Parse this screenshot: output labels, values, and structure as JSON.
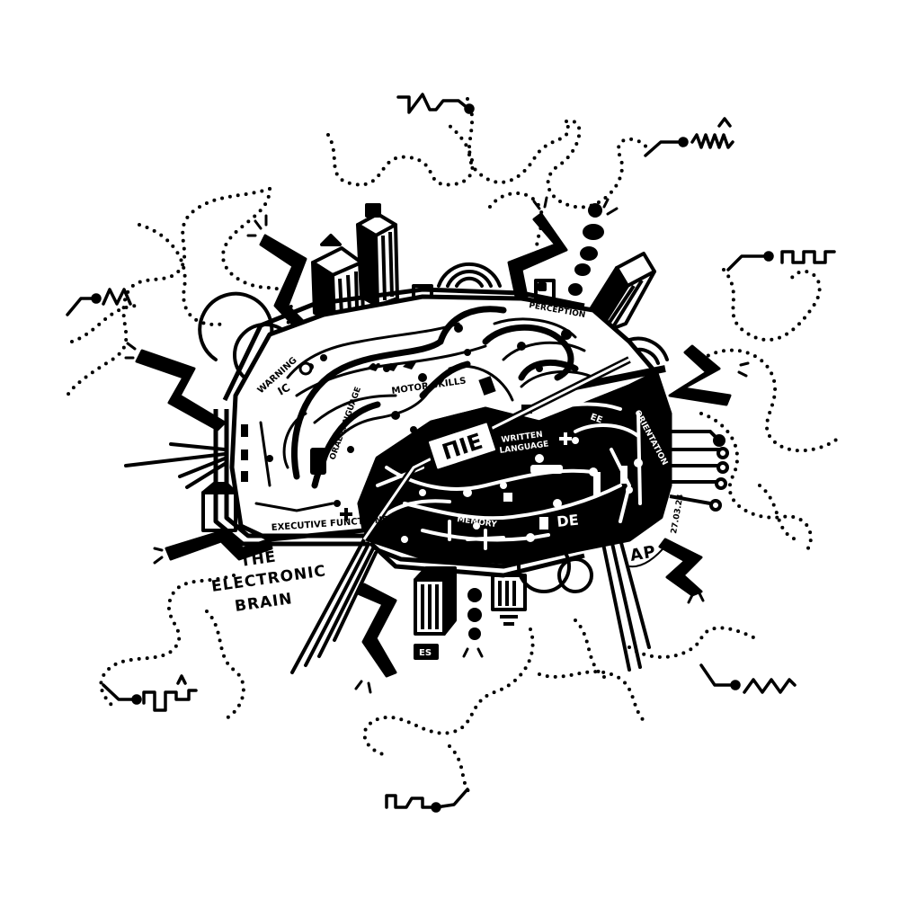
{
  "title": {
    "line1": "THE",
    "line2": "ELECTRONIC",
    "line3": "BRAIN"
  },
  "regions": {
    "warning": "WARNING",
    "motor_skills": "MOTOR SKILLS",
    "perception": "PERCEPTION",
    "oral_language": "ORAL LANGUAGE",
    "written_language_1": "WRITTEN",
    "written_language_2": "LANGUAGE",
    "executive_functions": "EXECUTIVE FUNCTIONS",
    "memory": "MEMORY",
    "orientation": "ORIENTATION"
  },
  "marks": {
    "building_sign": "ΠΙΕ",
    "de": "DE",
    "ee": "EE",
    "ic": "IC",
    "small_sign": "ES"
  },
  "signature": {
    "initials": "AP",
    "date": "27.03.24"
  },
  "colors": {
    "ink": "#000000",
    "paper": "#ffffff"
  }
}
